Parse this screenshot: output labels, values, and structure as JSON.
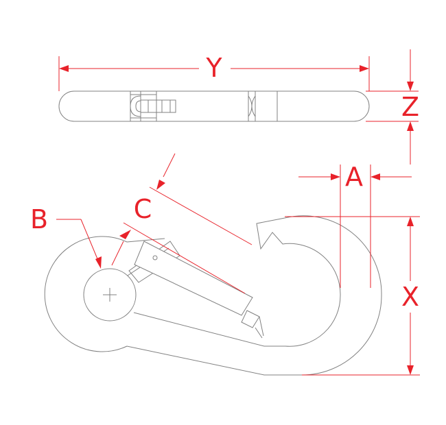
{
  "labels": {
    "y": "Y",
    "z": "Z",
    "a": "A",
    "b": "B",
    "c": "C",
    "x": "X"
  },
  "colors": {
    "dimension": "#e8222a",
    "outline": "#808080",
    "background": "#ffffff"
  }
}
